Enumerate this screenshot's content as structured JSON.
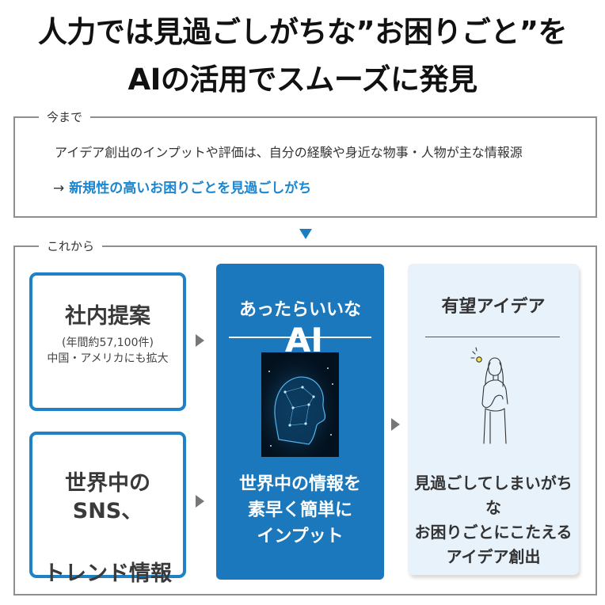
{
  "title": {
    "line1": "人力では見過ごしがちな”お困りごと”を",
    "line2": "AIの活用でスムーズに発見"
  },
  "before": {
    "label": "今まで",
    "text": "アイデア創出のインプットや評価は、自分の経験や身近な物事・人物が主な情報源",
    "arrow": "→",
    "result": "新規性の高いお困りごとを見過ごしがち"
  },
  "after": {
    "label": "これから",
    "internal": {
      "title": "社内提案",
      "sub1": "(年間約57,100件)",
      "sub2": "中国・アメリカにも拡大"
    },
    "sns": {
      "title_line1": "世界中のSNS、",
      "title_line2": "トレンド情報"
    },
    "ai": {
      "heading_small": "あったらいいな",
      "heading_big": "AI",
      "body_line1": "世界中の情報を",
      "body_line2": "素早く簡単に",
      "body_line3": "インプット"
    },
    "idea": {
      "heading": "有望アイデア",
      "body_line1": "見過ごしてしまいがちな",
      "body_line2": "お困りごとにこたえる",
      "body_line3": "アイデア創出"
    }
  },
  "colors": {
    "accent_blue": "#1b78bd",
    "border_blue": "#1f82c7",
    "link_blue": "#1a86d0",
    "idea_bg": "#e8f2fb",
    "frame_gray": "#8f8f8f"
  },
  "icons": [
    "triangle-down-icon",
    "triangle-right-icon",
    "ai-head-image",
    "person-idea-illustration"
  ]
}
